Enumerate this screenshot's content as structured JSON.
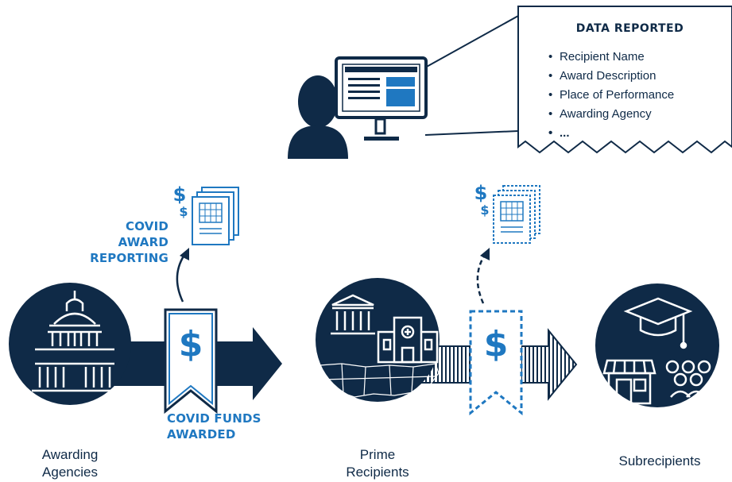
{
  "callout": {
    "title": "DATA REPORTED",
    "items": [
      "Recipient Name",
      "Award Description",
      "Place of Performance",
      "Awarding Agency",
      "..."
    ]
  },
  "labels": {
    "covid_award_reporting_line1": "COVID AWARD",
    "covid_award_reporting_line2": "REPORTING",
    "covid_funds_awarded_line1": "COVID FUNDS",
    "covid_funds_awarded_line2": "AWARDED",
    "awarding_agencies_line1": "Awarding",
    "awarding_agencies_line2": "Agencies",
    "prime_recipients_line1": "Prime",
    "prime_recipients_line2": "Recipients",
    "subrecipients": "Subrecipients"
  },
  "icons": {
    "dollar": "$"
  },
  "colors": {
    "navy": "#0f2a47",
    "blue": "#1f78c1",
    "white": "#ffffff"
  }
}
